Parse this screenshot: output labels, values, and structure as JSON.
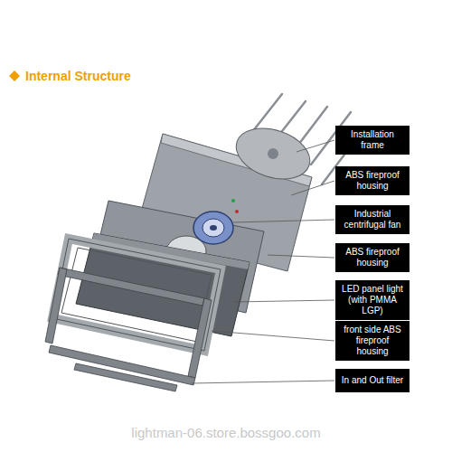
{
  "diagram": {
    "title": "Internal Structure",
    "nodes": [
      {
        "text": [
          "Installation frame"
        ]
      },
      {
        "text": [
          "ABS fireproof housing"
        ]
      },
      {
        "text": [
          "Industrial centrifugal fan"
        ]
      },
      {
        "text": [
          "ABS fireproof housing"
        ]
      },
      {
        "text": [
          "LED panel light (with PMMA LGP)"
        ]
      },
      {
        "text": [
          "front side ABS fireproof housing"
        ]
      },
      {
        "text": [
          "In and Out filter"
        ]
      }
    ],
    "labels": [
      "lightman-06.store.bossgoo.com"
    ]
  }
}
